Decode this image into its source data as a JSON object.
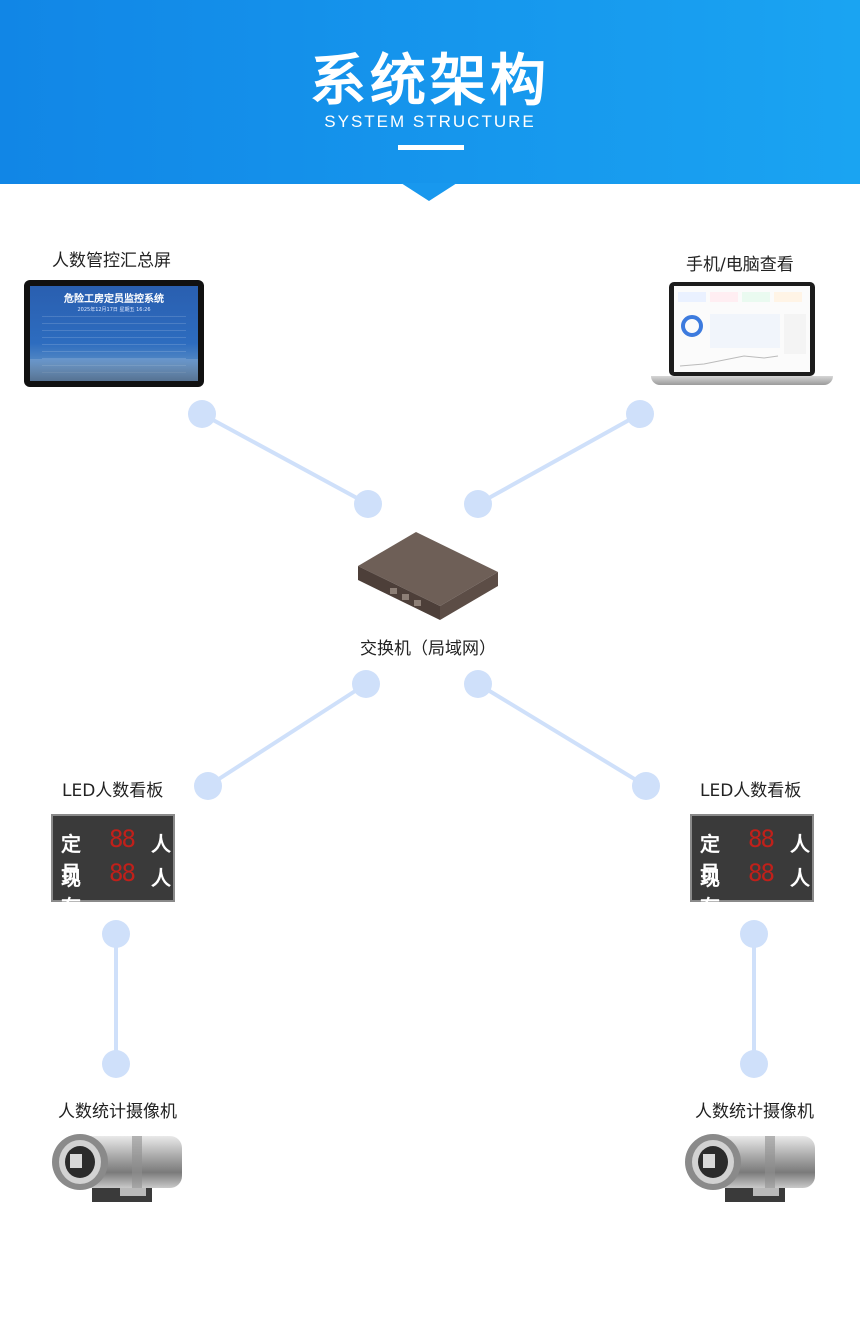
{
  "header": {
    "title": "系统架构",
    "subtitle": "SYSTEM STRUCTURE",
    "color": "#1a97ee"
  },
  "nodes": {
    "big_screen": {
      "label": "人数管控汇总屏",
      "screen_title": "危险工房定员监控系统",
      "screen_sub": "2025年12月17日   星期五   16:26"
    },
    "laptop": {
      "label": "手机/电脑查看"
    },
    "switch": {
      "label": "交换机（局域网）"
    },
    "led_left": {
      "label": "LED人数看板",
      "row1": "定员",
      "row2": "现有",
      "digits": "88",
      "unit": "人"
    },
    "led_right": {
      "label": "LED人数看板",
      "row1": "定员",
      "row2": "现有",
      "digits": "88",
      "unit": "人"
    },
    "camera_left": {
      "label": "人数统计摄像机"
    },
    "camera_right": {
      "label": "人数统计摄像机"
    }
  },
  "colors": {
    "connector": "#cfe0fa",
    "led_digit": "#c0201a"
  }
}
